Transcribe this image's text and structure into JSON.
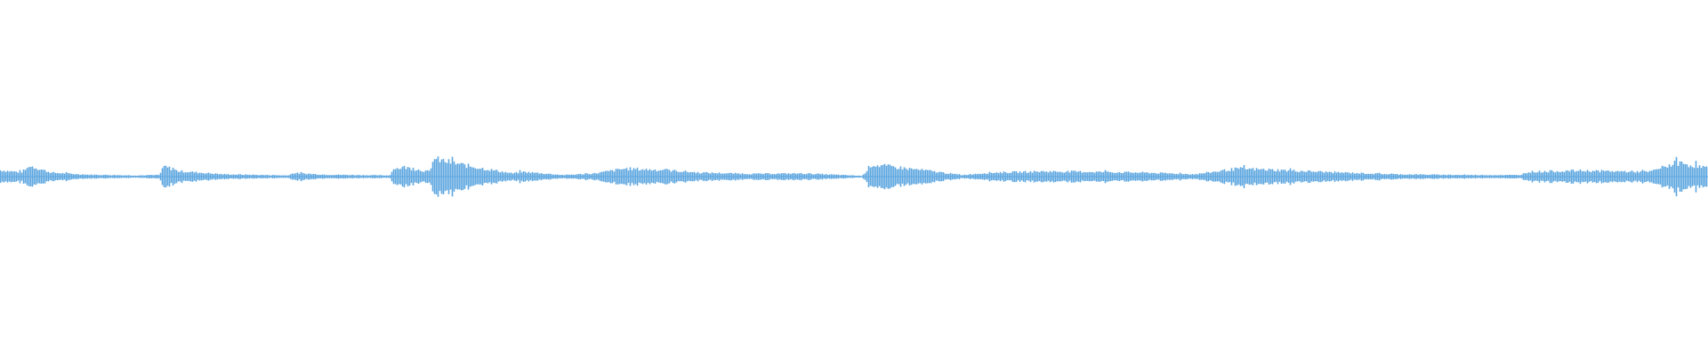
{
  "waveform": {
    "color": "#5ea7e0",
    "background": "#ffffff",
    "normalized_amplitude_envelope": [
      [
        0.0,
        0.16
      ],
      [
        0.012,
        0.11
      ],
      [
        0.018,
        0.26
      ],
      [
        0.03,
        0.1
      ],
      [
        0.05,
        0.05
      ],
      [
        0.08,
        0.03
      ],
      [
        0.093,
        0.04
      ],
      [
        0.096,
        0.26
      ],
      [
        0.104,
        0.14
      ],
      [
        0.13,
        0.06
      ],
      [
        0.168,
        0.03
      ],
      [
        0.172,
        0.09
      ],
      [
        0.19,
        0.05
      ],
      [
        0.228,
        0.03
      ],
      [
        0.23,
        0.18
      ],
      [
        0.236,
        0.24
      ],
      [
        0.252,
        0.12
      ],
      [
        0.253,
        0.45
      ],
      [
        0.275,
        0.26
      ],
      [
        0.3,
        0.08
      ],
      [
        0.306,
        0.12
      ],
      [
        0.33,
        0.04
      ],
      [
        0.348,
        0.08
      ],
      [
        0.366,
        0.2
      ],
      [
        0.39,
        0.16
      ],
      [
        0.41,
        0.1
      ],
      [
        0.44,
        0.07
      ],
      [
        0.47,
        0.08
      ],
      [
        0.505,
        0.02
      ],
      [
        0.51,
        0.3
      ],
      [
        0.545,
        0.14
      ],
      [
        0.563,
        0.04
      ],
      [
        0.58,
        0.1
      ],
      [
        0.612,
        0.13
      ],
      [
        0.64,
        0.12
      ],
      [
        0.67,
        0.1
      ],
      [
        0.7,
        0.06
      ],
      [
        0.725,
        0.2
      ],
      [
        0.745,
        0.17
      ],
      [
        0.78,
        0.11
      ],
      [
        0.815,
        0.06
      ],
      [
        0.86,
        0.04
      ],
      [
        0.89,
        0.04
      ],
      [
        0.895,
        0.12
      ],
      [
        0.925,
        0.15
      ],
      [
        0.95,
        0.13
      ],
      [
        0.966,
        0.12
      ],
      [
        0.982,
        0.35
      ],
      [
        1.0,
        0.22
      ]
    ]
  }
}
